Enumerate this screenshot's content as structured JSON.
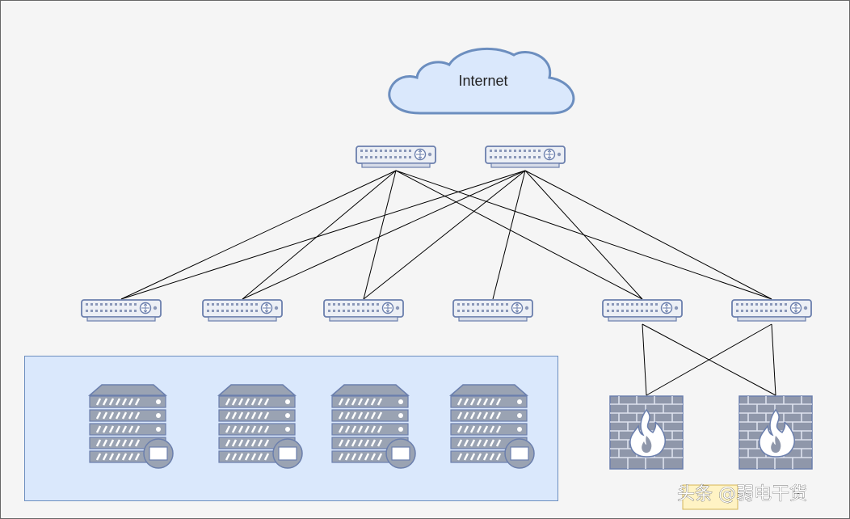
{
  "diagram": {
    "cloud": {
      "label": "Internet",
      "icon": "cloud-icon"
    },
    "core_switches": [
      {
        "id": "core-switch-1",
        "icon": "switch-icon"
      },
      {
        "id": "core-switch-2",
        "icon": "switch-icon"
      }
    ],
    "access_switches": [
      {
        "id": "access-switch-1",
        "icon": "switch-icon"
      },
      {
        "id": "access-switch-2",
        "icon": "switch-icon"
      },
      {
        "id": "access-switch-3",
        "icon": "switch-icon"
      },
      {
        "id": "access-switch-4",
        "icon": "switch-icon"
      },
      {
        "id": "access-switch-5",
        "icon": "switch-icon"
      },
      {
        "id": "access-switch-6",
        "icon": "switch-icon"
      }
    ],
    "servers": [
      {
        "id": "server-1",
        "icon": "server-rack-icon"
      },
      {
        "id": "server-2",
        "icon": "server-rack-icon"
      },
      {
        "id": "server-3",
        "icon": "server-rack-icon"
      },
      {
        "id": "server-4",
        "icon": "server-rack-icon"
      }
    ],
    "firewalls": [
      {
        "id": "firewall-1",
        "icon": "firewall-icon"
      },
      {
        "id": "firewall-2",
        "icon": "firewall-icon"
      }
    ],
    "links": [
      [
        "core-switch-1",
        "access-switch-1"
      ],
      [
        "core-switch-1",
        "access-switch-2"
      ],
      [
        "core-switch-1",
        "access-switch-3"
      ],
      [
        "core-switch-1",
        "access-switch-5"
      ],
      [
        "core-switch-1",
        "access-switch-6"
      ],
      [
        "core-switch-2",
        "access-switch-1"
      ],
      [
        "core-switch-2",
        "access-switch-2"
      ],
      [
        "core-switch-2",
        "access-switch-3"
      ],
      [
        "core-switch-2",
        "access-switch-4"
      ],
      [
        "core-switch-2",
        "access-switch-5"
      ],
      [
        "core-switch-2",
        "access-switch-6"
      ],
      [
        "access-switch-5",
        "firewall-1"
      ],
      [
        "access-switch-5",
        "firewall-2"
      ],
      [
        "access-switch-6",
        "firewall-1"
      ],
      [
        "access-switch-6",
        "firewall-2"
      ]
    ]
  },
  "watermark": {
    "text": "头条 @弱电干货"
  },
  "colors": {
    "page_bg": "#f5f5f5",
    "page_border": "#666666",
    "cloud_fill": "#dae8fc",
    "cloud_stroke": "#6c8ebf",
    "group_fill": "#dae8fc",
    "group_stroke": "#6c8ebf",
    "device_fill": "#eceff5",
    "device_stroke": "#6b7fad",
    "device_dark": "#8a97b8",
    "server_fill": "#9aa3b3",
    "firewall_fill": "#8f97aa",
    "line": "#000000"
  }
}
